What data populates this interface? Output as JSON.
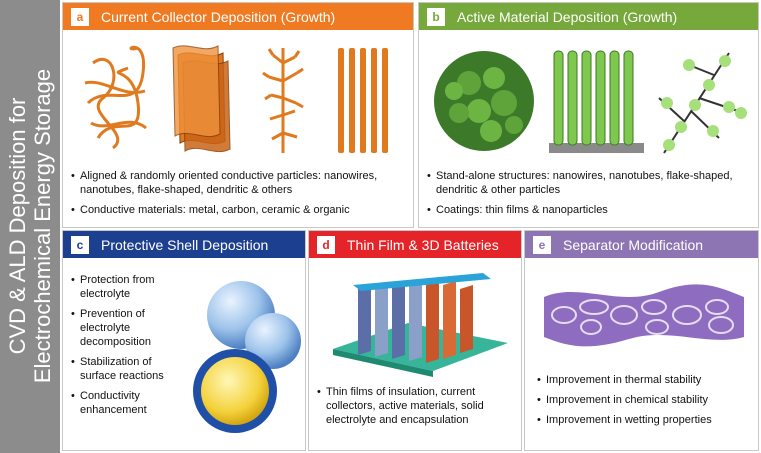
{
  "sidebar": {
    "line1": "CVD & ALD Deposition for",
    "line2": "Electrochemical Energy Storage"
  },
  "colors": {
    "sidebar": "#8c8c8c",
    "panel_a": "#f07a22",
    "panel_b": "#76a83b",
    "panel_c": "#1d3f8f",
    "panel_d": "#e42429",
    "panel_e": "#8d74b3",
    "copper": "#e07a1f",
    "active_green": "#7ec850"
  },
  "panels": {
    "a": {
      "letter": "a",
      "title": "Current Collector Deposition (Growth)",
      "bullets": [
        "Aligned & randomly oriented conductive particles: nanowires, nanotubes, flake-shaped, dendritic & others",
        "Conductive materials: metal, carbon, ceramic & organic"
      ]
    },
    "b": {
      "letter": "b",
      "title": "Active Material Deposition (Growth)",
      "bullets": [
        "Stand-alone structures: nanowires, nanotubes, flake-shaped, dendritic & other particles",
        "Coatings: thin films & nanoparticles"
      ]
    },
    "c": {
      "letter": "c",
      "title": "Protective Shell Deposition",
      "bullets": [
        "Protection from electrolyte",
        "Prevention of electrolyte decomposition",
        "Stabilization of surface reactions",
        "Conductivity enhancement"
      ]
    },
    "d": {
      "letter": "d",
      "title": "Thin Film & 3D Batteries",
      "bullets": [
        "Thin films of insulation, current collectors, active materials, solid electrolyte and encapsulation"
      ]
    },
    "e": {
      "letter": "e",
      "title": "Separator Modification",
      "bullets": [
        "Improvement in thermal stability",
        "Improvement in chemical stability",
        "Improvement in wetting properties"
      ]
    }
  }
}
